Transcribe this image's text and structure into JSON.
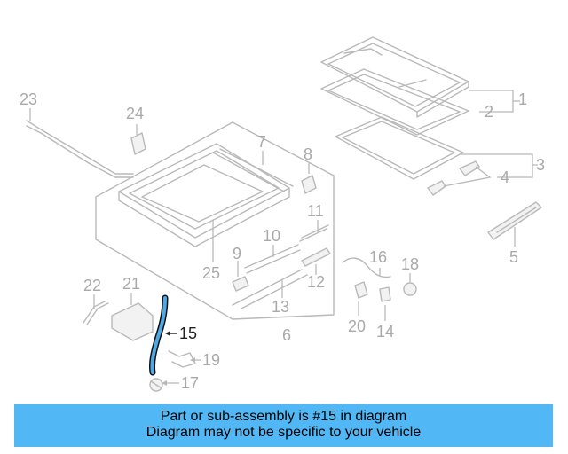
{
  "callouts": {
    "c1": "1",
    "c2": "2",
    "c3": "3",
    "c4": "4",
    "c5": "5",
    "c6": "6",
    "c7": "7",
    "c8": "8",
    "c9": "9",
    "c10": "10",
    "c11": "11",
    "c12": "12",
    "c13": "13",
    "c14": "14",
    "c15": "15",
    "c16": "16",
    "c17": "17",
    "c18": "18",
    "c19": "19",
    "c20": "20",
    "c21": "21",
    "c22": "22",
    "c23": "23",
    "c24": "24",
    "c25": "25"
  },
  "highlighted_part": "15",
  "highlight_color": "#4fa8e6",
  "banner": {
    "line1": "Part or sub-assembly is #15 in diagram",
    "line2": "Diagram may not be specific to your vehicle",
    "color": "#52b8f5"
  }
}
